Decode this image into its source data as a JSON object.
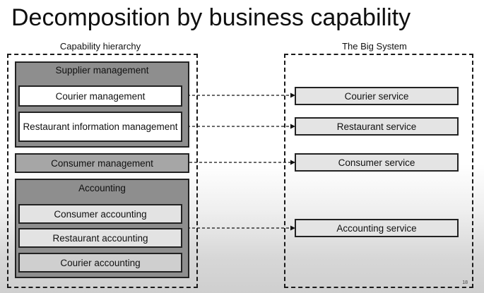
{
  "title": "Decomposition by business capability",
  "left_label": "Capability hierarchy",
  "right_label": "The Big System",
  "groups": {
    "supplier": {
      "title": "Supplier management",
      "items": [
        "Courier management",
        "Restaurant information management"
      ]
    },
    "consumer": {
      "title": "Consumer management"
    },
    "accounting": {
      "title": "Accounting",
      "items": [
        "Consumer accounting",
        "Restaurant accounting",
        "Courier accounting"
      ]
    }
  },
  "services": [
    "Courier service",
    "Restaurant service",
    "Consumer service",
    "Accounting service"
  ],
  "page_number": "18",
  "colors": {
    "border": "#222222",
    "group_fill": "#8e8e8e",
    "service_fill": "#e4e4e4"
  }
}
